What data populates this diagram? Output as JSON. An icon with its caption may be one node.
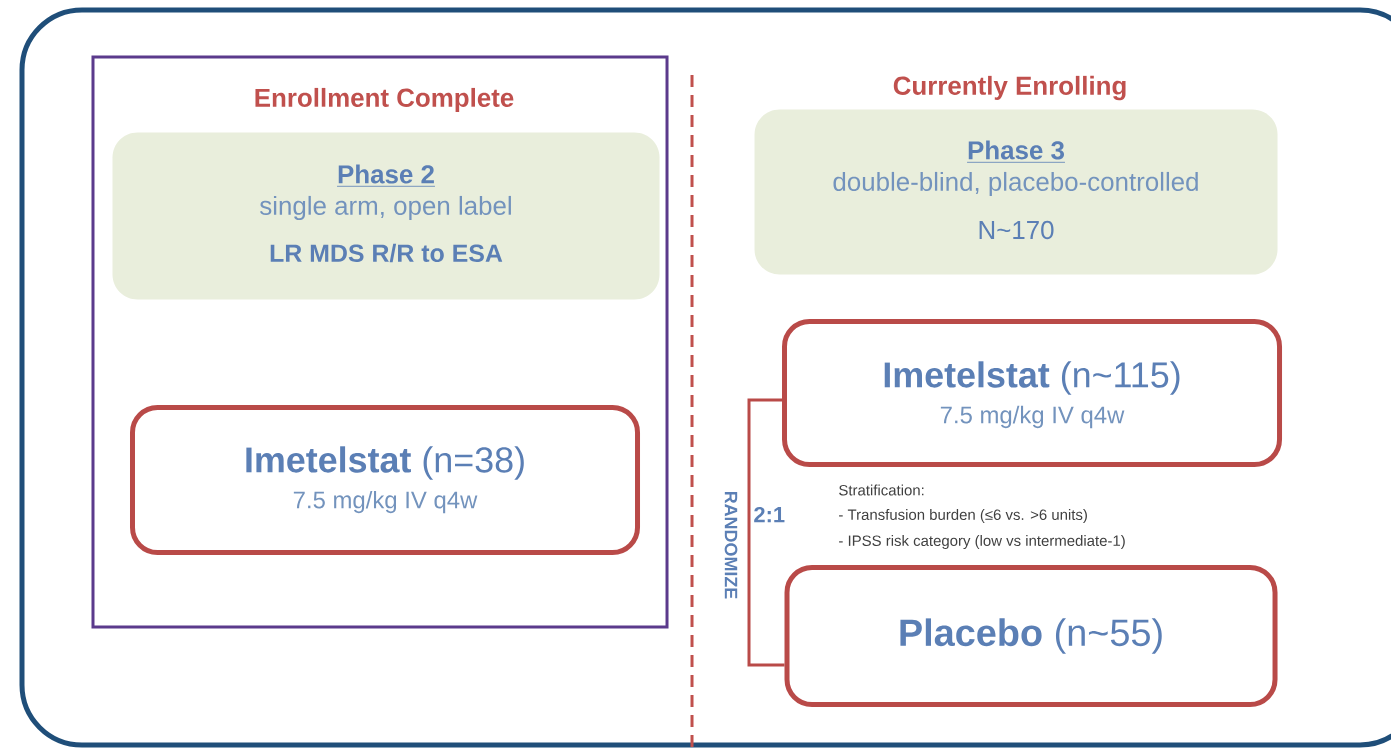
{
  "diagram": {
    "nodes": [
      {
        "text": [
          "Enrollment Complete"
        ]
      },
      {
        "text": [
          "Phase 2",
          "single arm, open label",
          "LR MDS R/R to ESA"
        ],
        "in": 0
      },
      {
        "text": [
          "**Imetelstat** (n=38)",
          "7.5 mg/kg IV q4w"
        ],
        "in": 0
      },
      {
        "text": [
          "Phase 3",
          "double-blind, placebo-controlled",
          "N~170"
        ],
        "beside": [
          "Currently Enrolling"
        ]
      },
      {
        "text": [
          "**Imetelstat** (n~115)",
          "7.5 mg/kg IV q4w"
        ]
      },
      {
        "text": [
          "**Placebo** (n~55)"
        ]
      }
    ],
    "edges": [
      {
        "from": 4,
        "to": 5,
        "arrow": "none",
        "label": "2:1"
      }
    ],
    "labels": [
      "RANDOMIZE",
      "Stratification:",
      "- Transfusion burden (≤6 vs. >6 units)",
      "- IPSS risk category (low vs intermediate-1)"
    ]
  }
}
